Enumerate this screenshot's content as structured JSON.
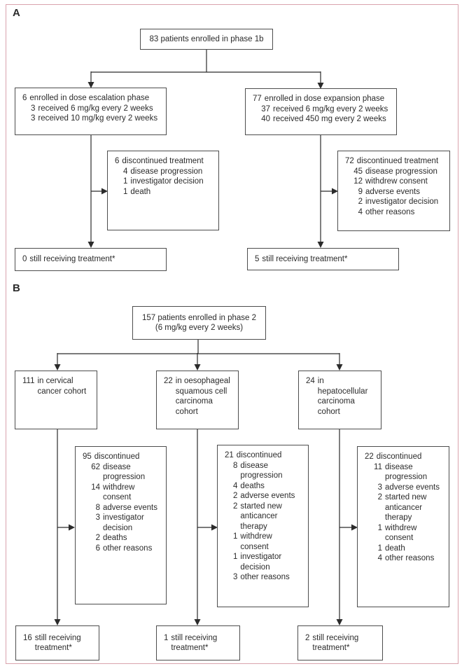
{
  "colors": {
    "frame": "#d9a3ad",
    "boxborder": "#4d4d4d",
    "ink": "#2b2b2b"
  },
  "figure": {
    "panelA": {
      "label": "A",
      "root": {
        "text": "83 patients enrolled in phase 1b"
      },
      "escalation": {
        "num": "6",
        "text": "enrolled in dose escalation phase",
        "items": [
          {
            "num": "3",
            "text": "received 6 mg/kg every 2 weeks"
          },
          {
            "num": "3",
            "text": "received 10 mg/kg every 2 weeks"
          }
        ]
      },
      "expansion": {
        "num": "77",
        "text": "enrolled in dose expansion phase",
        "items": [
          {
            "num": "37",
            "text": "received 6 mg/kg every 2 weeks"
          },
          {
            "num": "40",
            "text": "received 450 mg every 2 weeks"
          }
        ]
      },
      "escalation_discontinued": {
        "num": "6",
        "text": "discontinued treatment",
        "items": [
          {
            "num": "4",
            "text": "disease progression"
          },
          {
            "num": "1",
            "text": "investigator decision"
          },
          {
            "num": "1",
            "text": "death"
          }
        ]
      },
      "expansion_discontinued": {
        "num": "72",
        "text": "discontinued treatment",
        "items": [
          {
            "num": "45",
            "text": "disease progression"
          },
          {
            "num": "12",
            "text": "withdrew consent"
          },
          {
            "num": "9",
            "text": "adverse events"
          },
          {
            "num": "2",
            "text": "investigator decision"
          },
          {
            "num": "4",
            "text": "other reasons"
          }
        ]
      },
      "escalation_still": {
        "num": "0",
        "text": "still receiving treatment*"
      },
      "expansion_still": {
        "num": "5",
        "text": "still receiving treatment*"
      }
    },
    "panelB": {
      "label": "B",
      "root": {
        "line1": "157 patients enrolled in phase 2",
        "line2": "(6 mg/kg every 2 weeks)"
      },
      "cervical_cohort": {
        "num": "111",
        "text": "in cervical\ncancer cohort"
      },
      "oesophageal_cohort": {
        "num": "22",
        "text": "in oesophageal\nsquamous cell\ncarcinoma\ncohort"
      },
      "hepatocellular_cohort": {
        "num": "24",
        "text": "in hepatocellular\ncarcinoma\ncohort"
      },
      "cervical_discontinued": {
        "num": "95",
        "text": "discontinued",
        "items": [
          {
            "num": "62",
            "text": "disease\nprogression"
          },
          {
            "num": "14",
            "text": "withdrew\nconsent"
          },
          {
            "num": "8",
            "text": "adverse events"
          },
          {
            "num": "3",
            "text": "investigator\ndecision"
          },
          {
            "num": "2",
            "text": "deaths"
          },
          {
            "num": "6",
            "text": "other reasons"
          }
        ]
      },
      "oesophageal_discontinued": {
        "num": "21",
        "text": "discontinued",
        "items": [
          {
            "num": "8",
            "text": "disease\nprogression"
          },
          {
            "num": "4",
            "text": "deaths"
          },
          {
            "num": "2",
            "text": "adverse events"
          },
          {
            "num": "2",
            "text": "started new\nanticancer\ntherapy"
          },
          {
            "num": "1",
            "text": "withdrew\nconsent"
          },
          {
            "num": "1",
            "text": "investigator\ndecision"
          },
          {
            "num": "3",
            "text": "other reasons"
          }
        ]
      },
      "hepatocellular_discontinued": {
        "num": "22",
        "text": "discontinued",
        "items": [
          {
            "num": "11",
            "text": "disease\nprogression"
          },
          {
            "num": "3",
            "text": "adverse events"
          },
          {
            "num": "2",
            "text": "started new\nanticancer\ntherapy"
          },
          {
            "num": "1",
            "text": "withdrew\nconsent"
          },
          {
            "num": "1",
            "text": "death"
          },
          {
            "num": "4",
            "text": "other reasons"
          }
        ]
      },
      "cervical_still": {
        "num": "16",
        "text": "still receiving\ntreatment*"
      },
      "oesophageal_still": {
        "num": "1",
        "text": "still receiving\ntreatment*"
      },
      "hepatocellular_still": {
        "num": "2",
        "text": "still receiving\ntreatment*"
      }
    }
  }
}
